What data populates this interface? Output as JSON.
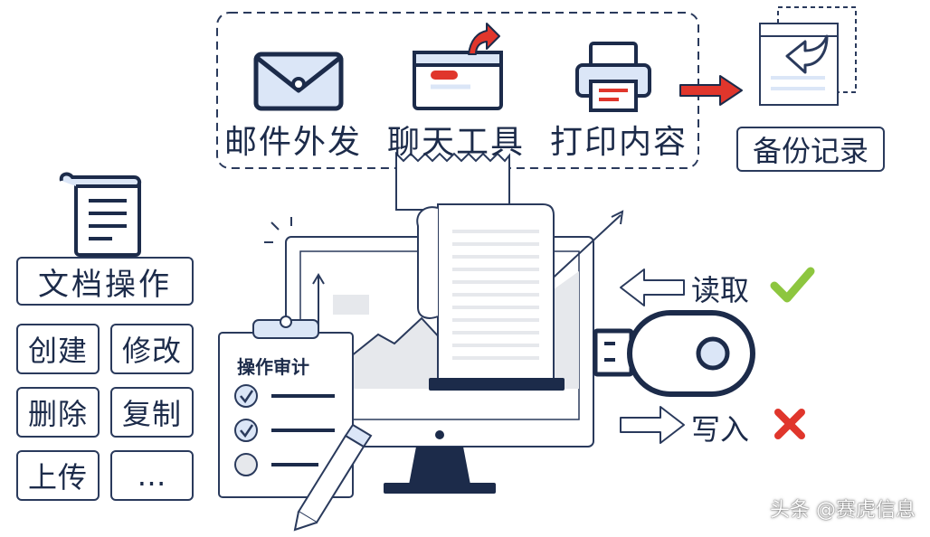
{
  "channels": {
    "email": "邮件外发",
    "chat": "聊天工具",
    "print": "打印内容"
  },
  "backup": "备份记录",
  "doc_ops": {
    "title": "文档操作",
    "items": [
      "创建",
      "修改",
      "删除",
      "复制",
      "上传",
      "…"
    ]
  },
  "audit": {
    "title": "操作审计"
  },
  "usb": {
    "read": "读取",
    "write": "写入"
  },
  "watermark": "头条 @赛虎信息",
  "colors": {
    "navy": "#1c2b4a",
    "line": "#2a3a5c",
    "light_blue": "#dbe6f7",
    "red": "#e0362c",
    "green": "#8dc63f",
    "gray": "#e6e8ec"
  }
}
